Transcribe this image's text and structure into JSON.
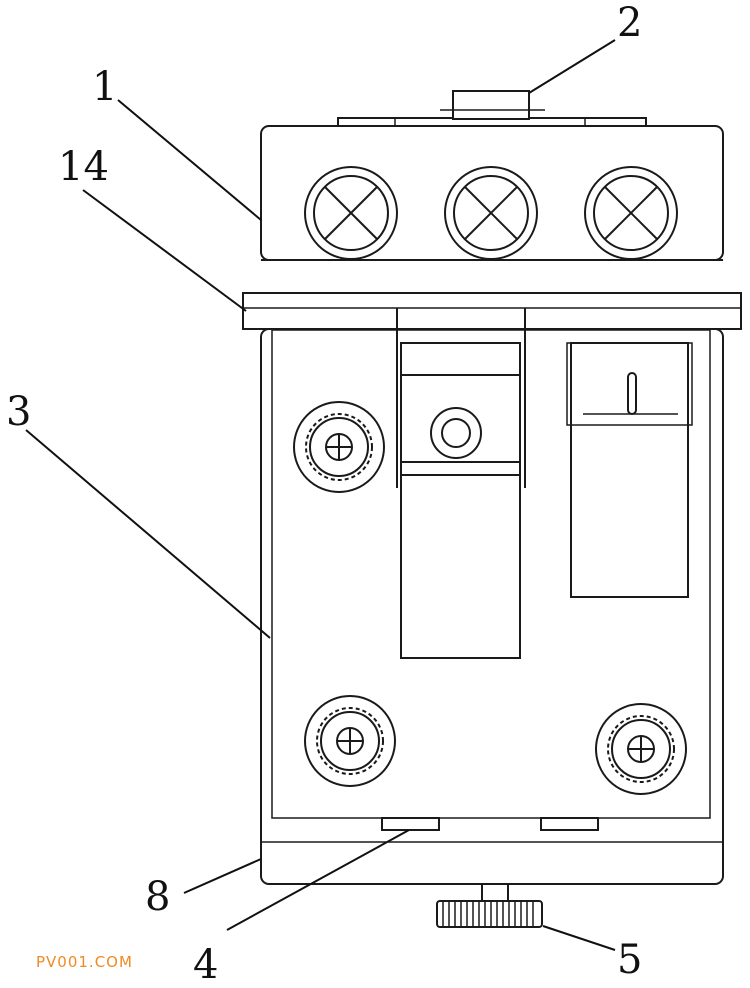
{
  "callouts": {
    "c1": "1",
    "c2": "2",
    "c3": "3",
    "c4": "4",
    "c5": "5",
    "c8": "8",
    "c14": "14"
  },
  "watermark": {
    "text": "PV001.COM",
    "color": "#f08a24"
  },
  "colors": {
    "line": "#1a1a1a",
    "background": "#ffffff"
  }
}
